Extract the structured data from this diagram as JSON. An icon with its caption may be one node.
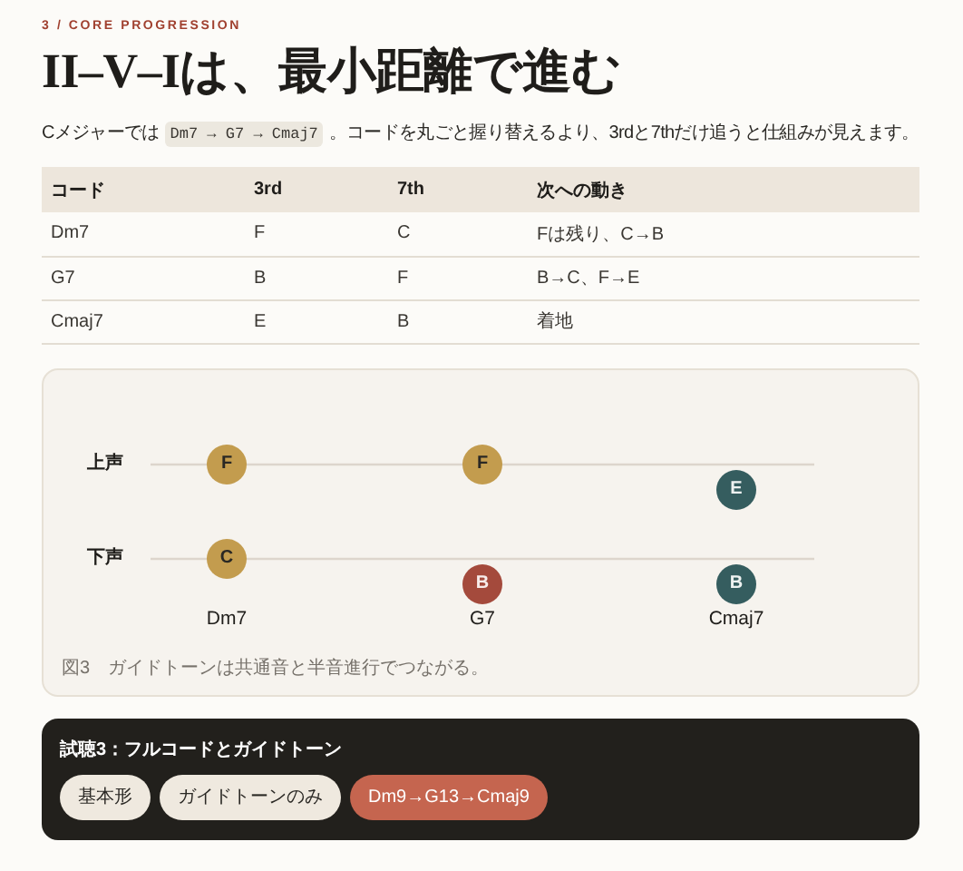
{
  "diagram": {
    "title": "II–V–Iは、最小距離で進む",
    "nodes": [
      {
        "text": [
          "図3　ガイドトーンは共通音と半音進行でつながる。"
        ]
      },
      {
        "text": [
          "F"
        ],
        "in": 0
      },
      {
        "text": [
          "F"
        ],
        "in": 0
      },
      {
        "text": [
          "E"
        ],
        "in": 0
      },
      {
        "text": [
          "C"
        ],
        "in": 0
      },
      {
        "text": [
          "B"
        ],
        "in": 0
      },
      {
        "text": [
          "B"
        ],
        "in": 0
      },
      {
        "text": [
          "試聴3：フルコードとガイドトーン"
        ]
      },
      {
        "text": [
          "基本形"
        ],
        "in": 7
      },
      {
        "text": [
          "ガイドトーンのみ"
        ],
        "in": 7
      },
      {
        "text": [
          "Dm9→G13→Cmaj9"
        ],
        "in": 7
      }
    ],
    "labels": [
      "3 / CORE PROGRESSION",
      "Cメジャーでは",
      "Dm7 → G7 → Cmaj7",
      "。コードを丸ごと握り替えるより、3rdと7thだけ追うと仕組みが見えます。",
      "コード",
      "3rd",
      "7th",
      "次への動き",
      "Dm7",
      "F",
      "C",
      "Fは残り、C→B",
      "G7",
      "B",
      "F",
      "B→C、F→E",
      "Cmaj7",
      "E",
      "B",
      "着地",
      "上声",
      "下声",
      "Dm7",
      "G7",
      "Cmaj7"
    ]
  }
}
